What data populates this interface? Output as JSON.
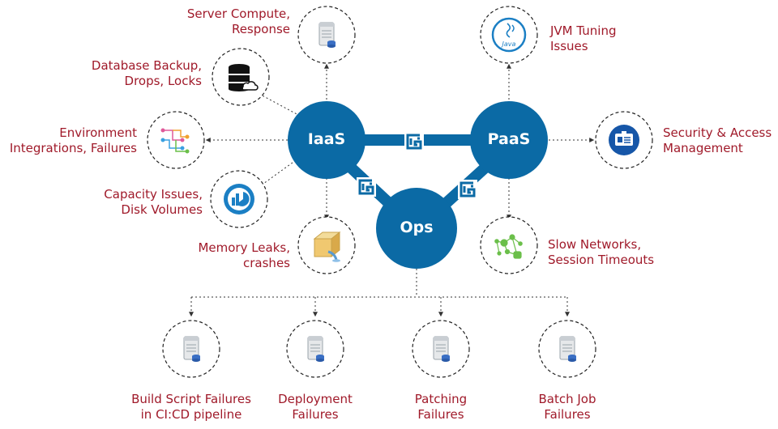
{
  "hubs": {
    "iaas": "IaaS",
    "paas": "PaaS",
    "ops": "Ops"
  },
  "iaas_issues": {
    "server_compute": [
      "Server Compute,",
      "Response"
    ],
    "database_backup": [
      "Database Backup,",
      "Drops, Locks"
    ],
    "environment": [
      "Environment",
      "Integrations, Failures"
    ],
    "capacity": [
      "Capacity Issues,",
      "Disk Volumes"
    ],
    "memory": [
      "Memory Leaks,",
      "crashes"
    ]
  },
  "paas_issues": {
    "jvm": [
      "JVM Tuning",
      "Issues"
    ],
    "security": [
      "Security & Access",
      "Management"
    ],
    "network": [
      "Slow Networks,",
      "Session Timeouts"
    ]
  },
  "ops_issues": {
    "build": [
      "Build Script Failures",
      "in CI:CD pipeline"
    ],
    "deployment": [
      "Deployment",
      "Failures"
    ],
    "patching": [
      "Patching",
      "Failures"
    ],
    "batch": [
      "Batch Job",
      "Failures"
    ]
  },
  "icon_labels": {
    "java": "Java"
  },
  "colors": {
    "hub": "#0b6aa5",
    "label": "#a01a2a",
    "line": "#333333"
  },
  "icons": {
    "server": "server-icon",
    "database_cloud": "database-cloud-icon",
    "integration": "integration-flow-icon",
    "capacity": "capacity-chart-icon",
    "memory_leak": "leaking-box-icon",
    "java": "java-icon",
    "security": "id-card-icon",
    "network": "network-nodes-icon",
    "link": "link-logo-icon"
  }
}
